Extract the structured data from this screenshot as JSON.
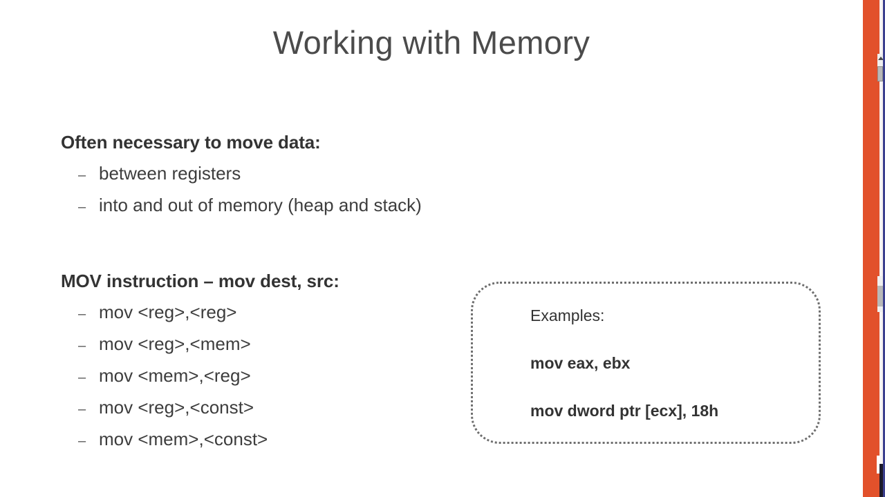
{
  "slide": {
    "title": "Working with Memory",
    "sections": [
      {
        "heading": "Often necessary to move data:",
        "marker": "–",
        "bullets": [
          "between registers",
          "into and out of memory (heap and stack)"
        ]
      },
      {
        "heading": "MOV instruction – mov dest, src:",
        "marker": "–",
        "bullets": [
          "mov <reg>,<reg>",
          "mov <reg>,<mem>",
          "mov <mem>,<reg>",
          "mov <reg>,<const>",
          "mov <mem>,<const>"
        ]
      }
    ],
    "callout": {
      "label": "Examples:",
      "lines": [
        "mov eax, ebx",
        "mov dword ptr [ecx], 18h"
      ]
    },
    "colors": {
      "accent_bar": "#e2512b",
      "edge_rule": "#3b3f8f",
      "title_text": "#4b4b4b",
      "body_text": "#3d3d3d",
      "heading_text": "#333333",
      "callout_border": "#6e6e6e",
      "background": "#ffffff"
    }
  }
}
